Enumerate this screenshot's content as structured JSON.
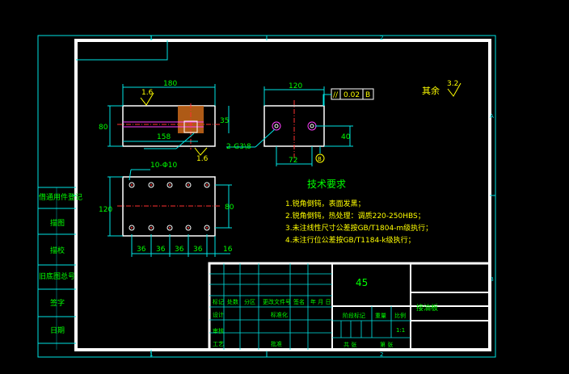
{
  "colors": {
    "background": "#000000",
    "frame_white": "#ffffff",
    "line_cyan": "#00e5e5",
    "text_green": "#00ff00",
    "text_yellow": "#ffff00",
    "center_red": "#ff3030",
    "hole_magenta": "#ff40ff"
  },
  "zones": {
    "top_1": "1",
    "top_2": "2",
    "right_a": "A",
    "right_b": "B",
    "bottom_1": "1",
    "bottom_2": "2"
  },
  "front_view": {
    "dim_total": "180",
    "dim_inner": "158",
    "dim_height": "80",
    "dim_right": "35",
    "roughness_top": "1.6",
    "roughness_bottom": "1.6",
    "thread_callout": "2-G3\\8"
  },
  "side_view": {
    "dim_width": "120",
    "dim_bottom": "72",
    "dim_right": "40",
    "tol_symbol": "//",
    "tol_value": "0.02",
    "tol_datum": "B"
  },
  "top_view": {
    "holes_callout": "10-Φ10",
    "dim_height": "120",
    "dim_right": "80",
    "dims_bottom": [
      "36",
      "36",
      "36",
      "36",
      "16"
    ]
  },
  "rest_roughness": {
    "label": "其余",
    "value": "3.2"
  },
  "tech_requirements": {
    "title": "技术要求",
    "items": [
      "1.锐角倒钝，表面发黑；",
      "2.锐角倒钝，热处理：调质220-250HBS；",
      "3.未注线性尺寸公差按GB/T1804-m级执行；",
      "4.未注行位公差按GB/T1184-k级执行；"
    ]
  },
  "left_labels": [
    "借通用件登记",
    "描图",
    "描校",
    "旧底图总号",
    "签字",
    "日期"
  ],
  "title_block": {
    "material": "45",
    "part_name": "接油板",
    "header_cells": [
      "标记",
      "处数",
      "分区",
      "更改文件号",
      "签名",
      "年 月 日"
    ],
    "row_design": "设计",
    "row_std": "标准化",
    "row_review": "审核",
    "row_process": "工艺",
    "row_approve": "批准",
    "stage_label": "阶段标记",
    "weight_label": "重量",
    "scale_label": "比例",
    "scale_value": "1:1",
    "sheets_label": "共 张",
    "sheet_label": "第 张"
  }
}
